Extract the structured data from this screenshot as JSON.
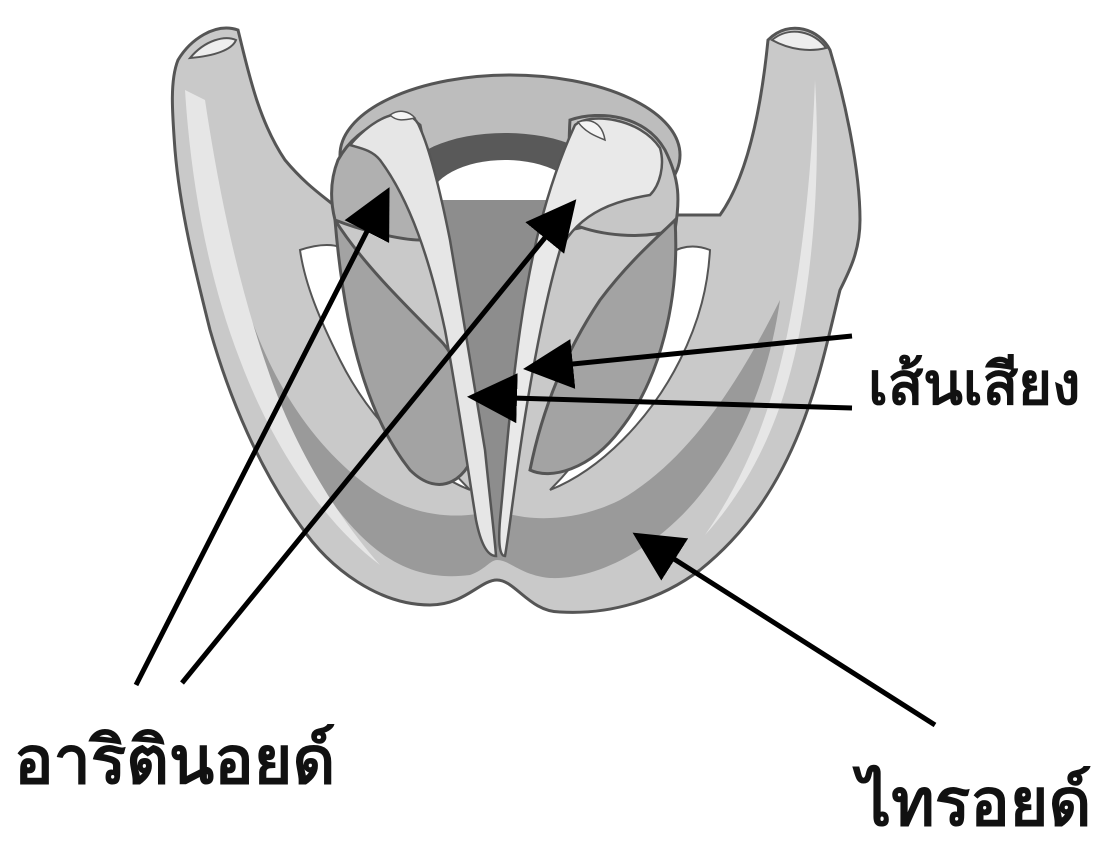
{
  "labels": {
    "arytenoid": "อาริตินอยด์",
    "vocal_cords": "เส้นเสียง",
    "thyroid": "ไทรอยด์"
  },
  "colors": {
    "cartilage_light": "#d9d9d9",
    "cartilage_mid": "#a9a9a9",
    "cartilage_dark": "#7c7c7c",
    "shadow": "#585858",
    "highlight": "#f2f2f2",
    "outline": "#555555",
    "arrow": "#000000"
  }
}
